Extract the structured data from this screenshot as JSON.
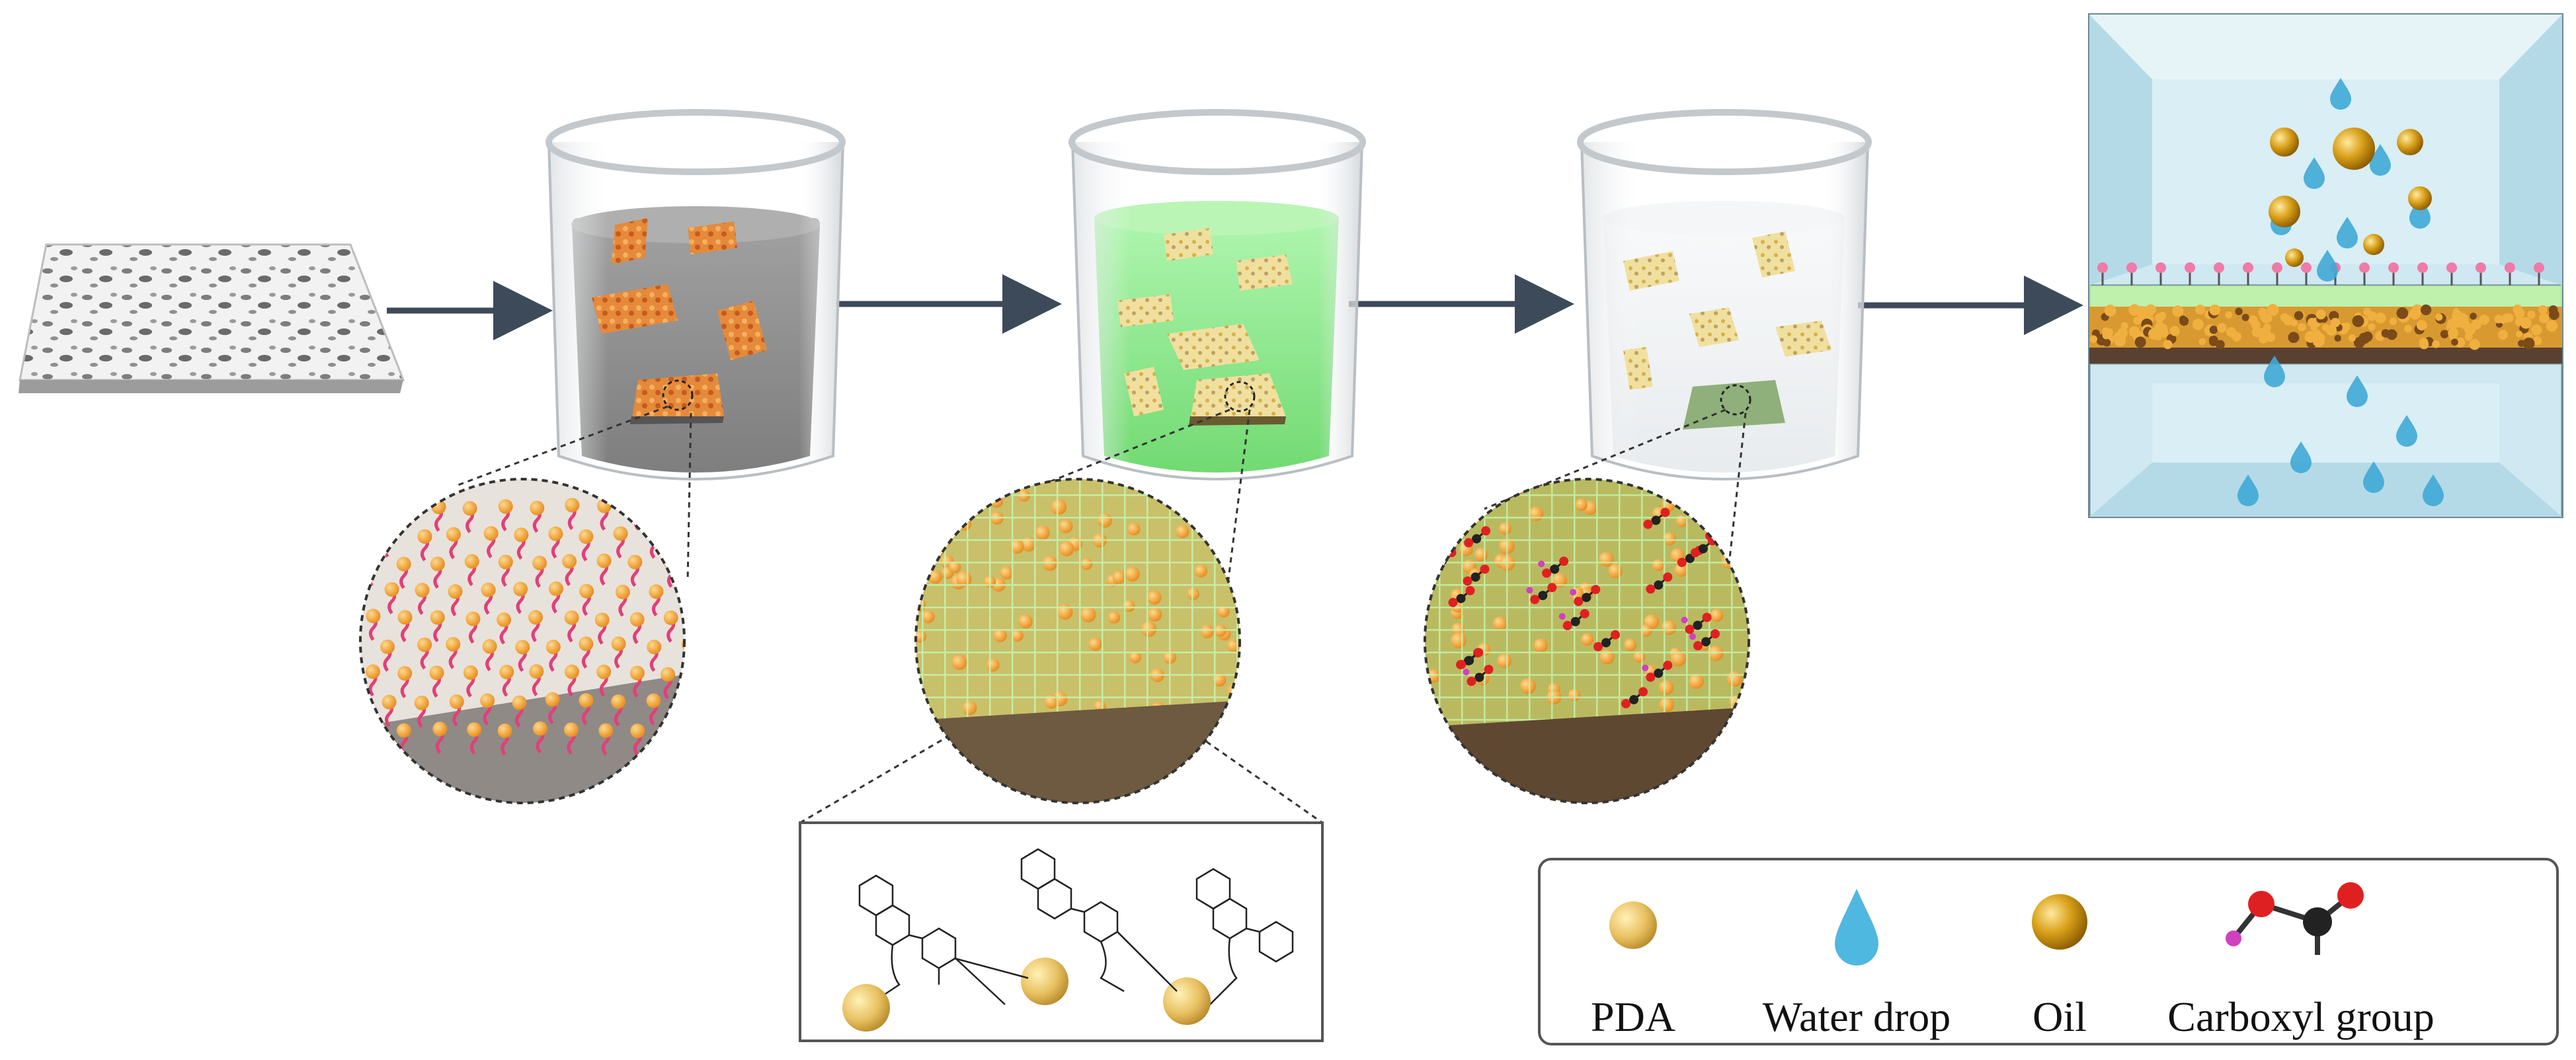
{
  "legend": {
    "items": [
      {
        "id": "pda",
        "label": "PDA",
        "icon": "pda-sphere-icon",
        "color": "#e8c060"
      },
      {
        "id": "water",
        "label": "Water drop",
        "icon": "water-drop-icon",
        "color": "#4fb8e0"
      },
      {
        "id": "oil",
        "label": "Oil",
        "icon": "oil-droplet-icon",
        "color": "#c08a10"
      },
      {
        "id": "carboxyl",
        "label": "Carboxyl group",
        "icon": "carboxyl-molecule-icon",
        "color": "#e02020"
      }
    ]
  },
  "colors": {
    "arrow": "#3d4a5a",
    "beaker_pda_liquid": "#6f6f6f",
    "beaker_green_liquid": "#7ee87a",
    "beaker_clear_liquid": "#eef2f4",
    "pink_chain": "#e0407a",
    "mesh_green": "#b9f0a0",
    "membrane_orange": "#d89a30",
    "separator_blue": "#bfe0ec"
  }
}
